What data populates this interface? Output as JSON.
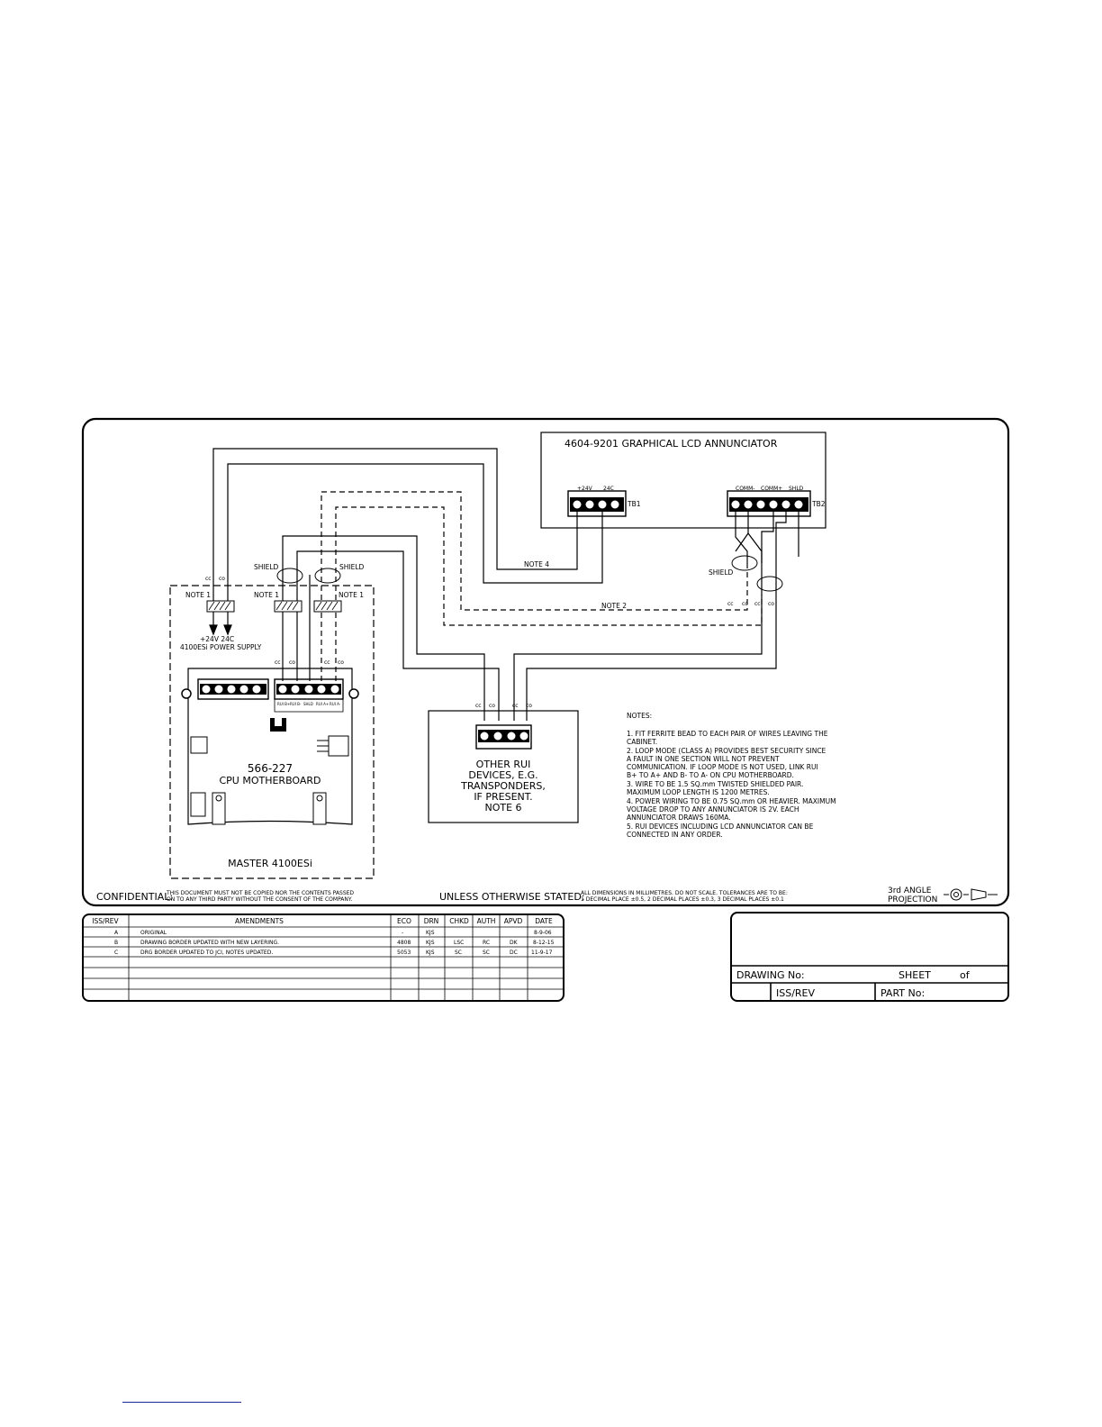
{
  "annunciator": {
    "title": "4604-9201 GRAPHICAL LCD ANNUNCIATOR",
    "tb1_label": "TB1",
    "tb2_label": "TB2",
    "tb1_headers": [
      "+24V",
      "24C"
    ],
    "tb2_headers": [
      "COMM-",
      "COMM+",
      "SHLD"
    ]
  },
  "wiring": {
    "note4": "NOTE 4",
    "note2": "NOTE 2",
    "shield": "SHIELD",
    "note1": "NOTE 1",
    "supply_volts": "+24V  24C",
    "supply_label": "4100ESi POWER SUPPLY",
    "wire_tags": [
      "cc",
      "co"
    ]
  },
  "master": {
    "cpu_number": "566-227",
    "cpu_label": "CPU MOTHERBOARD",
    "panel_label": "MASTER 4100ESi",
    "terminal_labels": [
      "RUI B+",
      "RUI B-",
      "SHLD",
      "RUI A+",
      "RUI A-"
    ]
  },
  "rui": {
    "lines": [
      "OTHER RUI",
      "DEVICES, E.G.",
      "TRANSPONDERS,",
      "IF PRESENT.",
      "NOTE 6"
    ]
  },
  "notes": {
    "heading": "NOTES:",
    "lines": [
      "1.   FIT FERRITE BEAD TO EACH PAIR OF WIRES LEAVING THE",
      "       CABINET.",
      "2.   LOOP MODE (CLASS A) PROVIDES BEST SECURITY SINCE",
      "       A FAULT IN ONE SECTION WILL NOT PREVENT",
      "       COMMUNICATION. IF LOOP MODE IS NOT USED, LINK RUI",
      "       B+ TO A+ AND B- TO A- ON CPU MOTHERBOARD.",
      "3.   WIRE TO BE 1.5 SQ.mm TWISTED SHIELDED PAIR.",
      "       MAXIMUM LOOP LENGTH IS 1200 METRES.",
      "4.   POWER WIRING TO BE 0.75 SQ.mm OR HEAVIER. MAXIMUM",
      "       VOLTAGE DROP TO ANY ANNUNCIATOR IS 2V. EACH",
      "       ANNUNCIATOR DRAWS 160MA.",
      "5.   RUI DEVICES INCLUDING LCD ANNUNCIATOR CAN BE",
      "       CONNECTED IN ANY ORDER."
    ]
  },
  "footer": {
    "confidential_label": "CONFIDENTIAL:",
    "confidential_line1": "THIS DOCUMENT MUST NOT BE COPIED NOR THE CONTENTS PASSED",
    "confidential_line2": "ON TO ANY THIRD PARTY WITHOUT THE CONSENT OF THE COMPANY.",
    "unless_label": "UNLESS OTHERWISE STATED:",
    "dims_line1": "ALL DIMENSIONS IN MILLIMETRES. DO NOT SCALE. TOLERANCES ARE TO BE:",
    "dims_line2": "1 DECIMAL PLACE ±0.5, 2 DECIMAL PLACES ±0.3, 3 DECIMAL PLACES ±0.1",
    "projection_line1": "3rd ANGLE",
    "projection_line2": "PROJECTION"
  },
  "amendments": {
    "headers": [
      "ISS/REV",
      "AMENDMENTS",
      "ECO",
      "DRN",
      "CHKD",
      "AUTH",
      "APVD",
      "DATE"
    ],
    "rows": [
      [
        "A",
        "ORIGINAL",
        "-",
        "KJS",
        "",
        "",
        "",
        "8-9-06"
      ],
      [
        "B",
        "DRAWING BORDER UPDATED WITH NEW LAYERING.",
        "4808",
        "KJS",
        "LSC",
        "RC",
        "DK",
        "8-12-15"
      ],
      [
        "C",
        "DRG BORDER UPDATED TO JCI, NOTES UPDATED.",
        "5053",
        "KJS",
        "SC",
        "SC",
        "DC",
        "11-9-17"
      ],
      [
        "",
        "",
        "",
        "",
        "",
        "",
        "",
        ""
      ],
      [
        "",
        "",
        "",
        "",
        "",
        "",
        "",
        ""
      ],
      [
        "",
        "",
        "",
        "",
        "",
        "",
        "",
        ""
      ]
    ]
  },
  "titleblock": {
    "drawing_no": "DRAWING  No:",
    "sheet": "SHEET",
    "of": "of",
    "iss_rev": "ISS/REV",
    "part_no": "PART  No:"
  }
}
